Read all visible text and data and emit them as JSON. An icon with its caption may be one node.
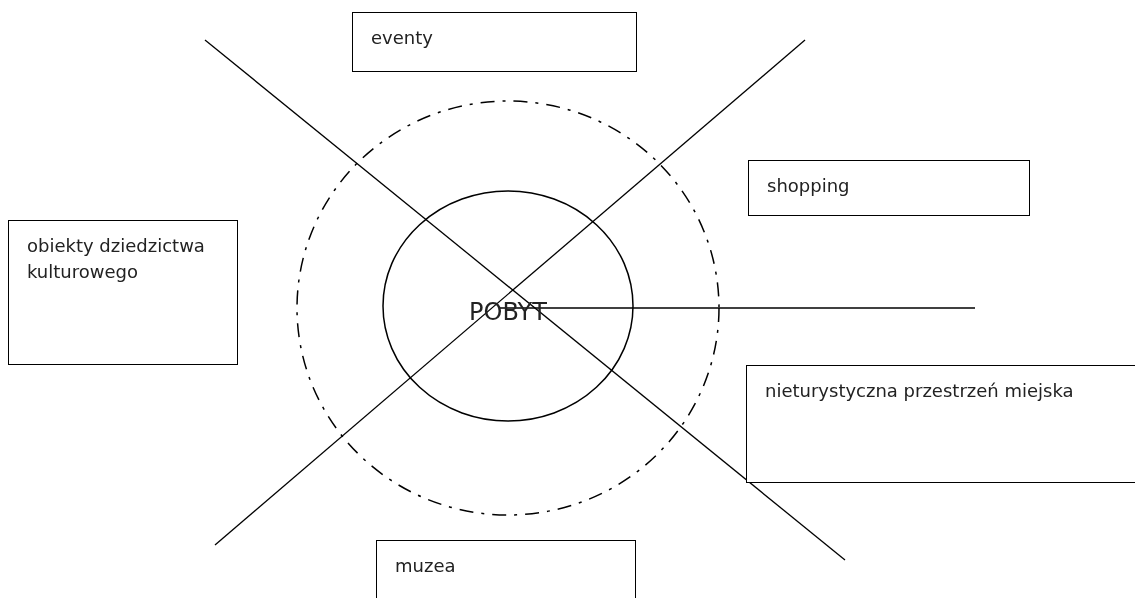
{
  "diagram": {
    "nodes": [
      {
        "text": [
          "eventy"
        ]
      },
      {
        "text": [
          "shopping"
        ]
      },
      {
        "text": [
          "obiekty dziedzictwa kulturowego"
        ]
      },
      {
        "text": [],
        "shape": "circle"
      },
      {
        "text": [
          "POBYT"
        ],
        "in": 3
      },
      {
        "text": [
          "nieturystyczna przestrzeń miejska"
        ]
      },
      {
        "text": [
          "muzea"
        ]
      }
    ]
  }
}
